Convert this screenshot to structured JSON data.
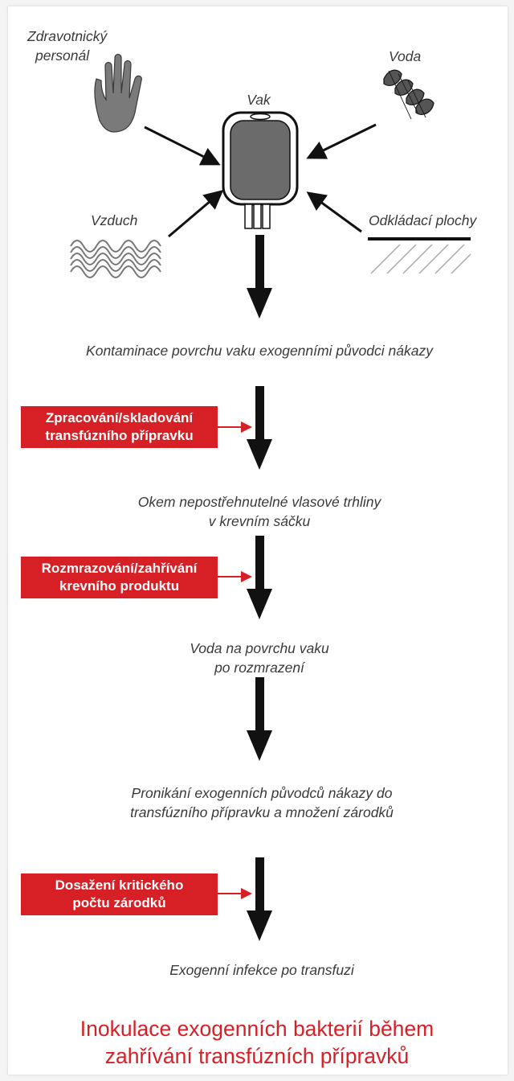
{
  "sources": {
    "staff": {
      "line1": "Zdravotnický",
      "line2": "personál",
      "icon": "hand-icon"
    },
    "water": {
      "label": "Voda",
      "icon": "water-drops-icon"
    },
    "bag": {
      "label": "Vak",
      "icon": "blood-bag-icon"
    },
    "air": {
      "label": "Vzduch",
      "icon": "air-waves-icon"
    },
    "surfaces": {
      "label": "Odkládací plochy",
      "icon": "surface-icon"
    }
  },
  "steps": [
    {
      "line1": "Kontaminace povrchu vaku exogenními původci nákazy"
    },
    {
      "line1": "Okem nepostřehnutelné vlasové trhliny",
      "line2": "v krevním sáčku"
    },
    {
      "line1": "Voda na povrchu vaku",
      "line2": "po rozmrazení"
    },
    {
      "line1": "Pronikání exogenních původců nákazy do",
      "line2": "transfúzního přípravku a množení zárodků"
    },
    {
      "line1": "Exogenní infekce po transfuzi"
    }
  ],
  "factors": [
    {
      "line1": "Zpracování/skladování",
      "line2": "transfúzního přípravku"
    },
    {
      "line1": "Rozmrazování/zahřívání",
      "line2": "krevního produktu"
    },
    {
      "line1": "Dosažení kritického",
      "line2": "počtu zárodků"
    }
  ],
  "footer": {
    "line1": "Inokulace exogenních bakterií během",
    "line2": "zahřívání transfúzních přípravků"
  },
  "colors": {
    "accent": "#d71f26",
    "arrow": "#111111",
    "text": "#3a3a3a"
  }
}
